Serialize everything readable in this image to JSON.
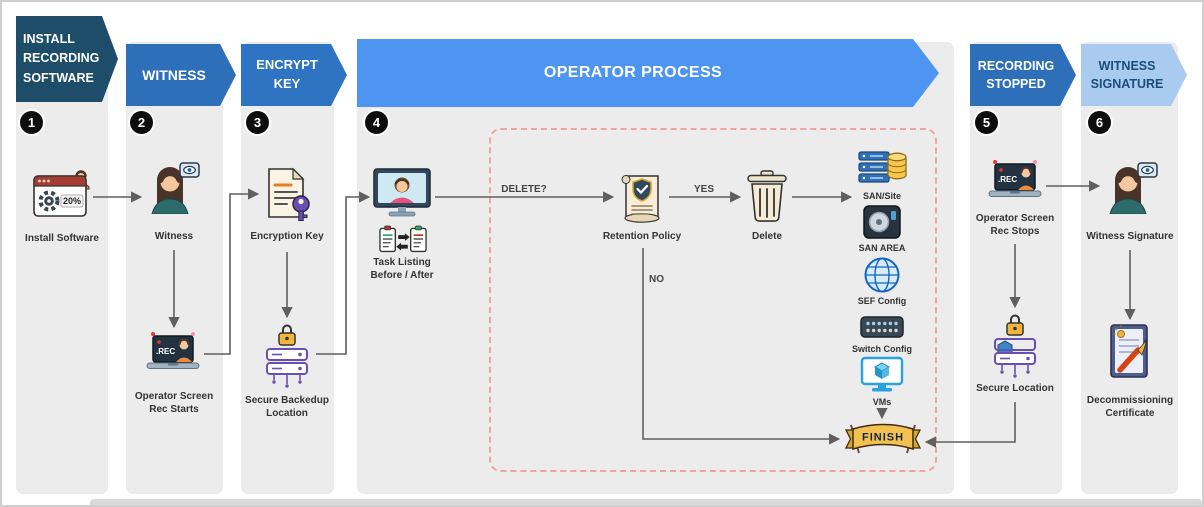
{
  "stages": [
    {
      "num": "1",
      "label": "INSTALL\nRECORDING\nSOFTWARE"
    },
    {
      "num": "2",
      "label": "WITNESS"
    },
    {
      "num": "3",
      "label": "ENCRYPT\nKEY"
    },
    {
      "num": "4",
      "label": "OPERATOR PROCESS"
    },
    {
      "num": "5",
      "label": "RECORDING\nSTOPPED"
    },
    {
      "num": "6",
      "label": "WITNESS\nSIGNATURE"
    }
  ],
  "nodes": {
    "install_software": {
      "label": "Install Software",
      "icon": "browser-gear-icon",
      "progress": "20%"
    },
    "witness": {
      "label": "Witness",
      "icon": "person-eye-icon"
    },
    "operator_rec_starts": {
      "label": "Operator Screen\nRec Starts",
      "icon": "laptop-rec-icon",
      "badge": ".REC"
    },
    "encryption_key": {
      "label": "Encryption Key",
      "icon": "document-key-icon"
    },
    "secure_backedup": {
      "label": "Secure Backedup\nLocation",
      "icon": "server-lock-icon"
    },
    "task_listing": {
      "label": "Task Listing\nBefore / After",
      "icon": "monitor-operator-icon"
    },
    "retention_policy": {
      "label": "Retention Policy",
      "icon": "policy-scroll-icon"
    },
    "delete": {
      "label": "Delete",
      "icon": "trash-icon"
    },
    "san_site": {
      "label": "SAN/Site",
      "icon": "server-database-icon"
    },
    "san_area": {
      "label": "SAN AREA",
      "icon": "hard-disk-icon"
    },
    "sef_config": {
      "label": "SEF Config",
      "icon": "globe-icon"
    },
    "switch_config": {
      "label": "Switch Config",
      "icon": "network-switch-icon"
    },
    "vms": {
      "label": "VMs",
      "icon": "monitor-cube-icon"
    },
    "finish": {
      "label": "FINISH",
      "icon": "finish-banner-icon"
    },
    "operator_rec_stops": {
      "label": "Operator Screen\nRec Stops",
      "icon": "laptop-rec-icon",
      "badge": ".REC"
    },
    "secure_location": {
      "label": "Secure Location",
      "icon": "server-lock-icon"
    },
    "witness_signature": {
      "label": "Witness Signature",
      "icon": "person-eye-icon"
    },
    "decommissioning_certificate": {
      "label": "Decommissioning\nCertificate",
      "icon": "certificate-pen-icon"
    }
  },
  "edge_labels": {
    "delete_q": "DELETE?",
    "yes": "YES",
    "no": "NO"
  },
  "colors": {
    "stage1_bg": "#1d4d68",
    "stage2_bg": "#2d6fb8",
    "stage3_bg": "#2e74c2",
    "stage4_bg": "#4e95f1",
    "stage5_bg": "#2d6fb8",
    "stage6_bg": "#a9cbf0",
    "stage6_text": "#1a4e79",
    "lane_bg": "#ececec",
    "connector": "#5f5f5f",
    "dashed_border": "#f0a3a3",
    "badge_bg": "#0d0d0d",
    "finish_gold": "#f3c14f",
    "lock_gold": "#f2b63c",
    "server_purple": "#6a4fb3"
  }
}
